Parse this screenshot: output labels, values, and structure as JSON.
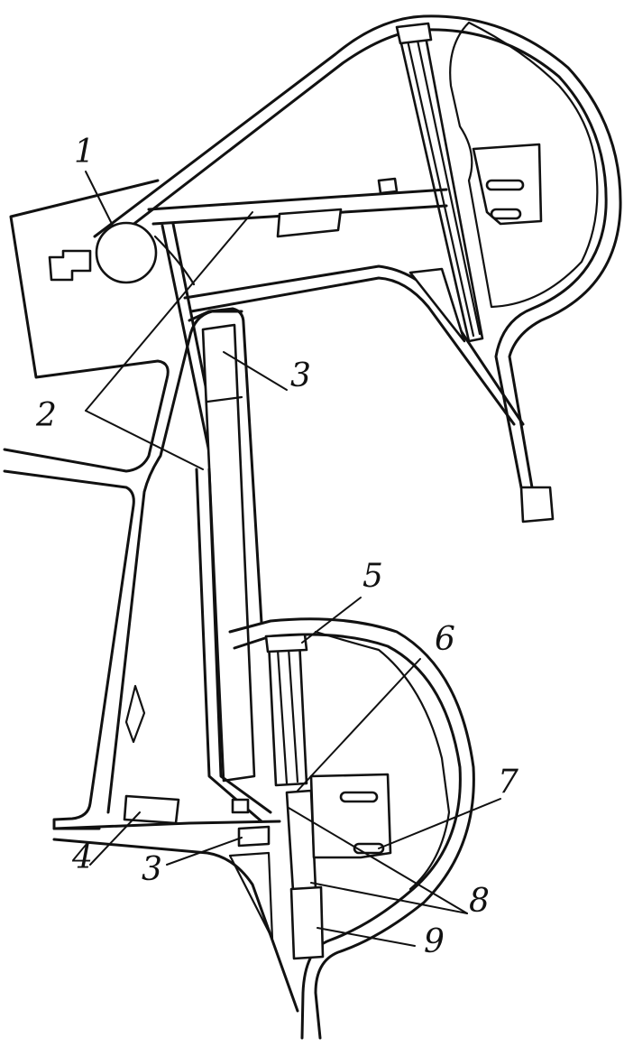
{
  "labels": {
    "l1": "1",
    "l2": "2",
    "l3a": "3",
    "l3b": "3",
    "l4": "4",
    "l5": "5",
    "l6": "6",
    "l7": "7",
    "l8": "8",
    "l9": "9"
  }
}
